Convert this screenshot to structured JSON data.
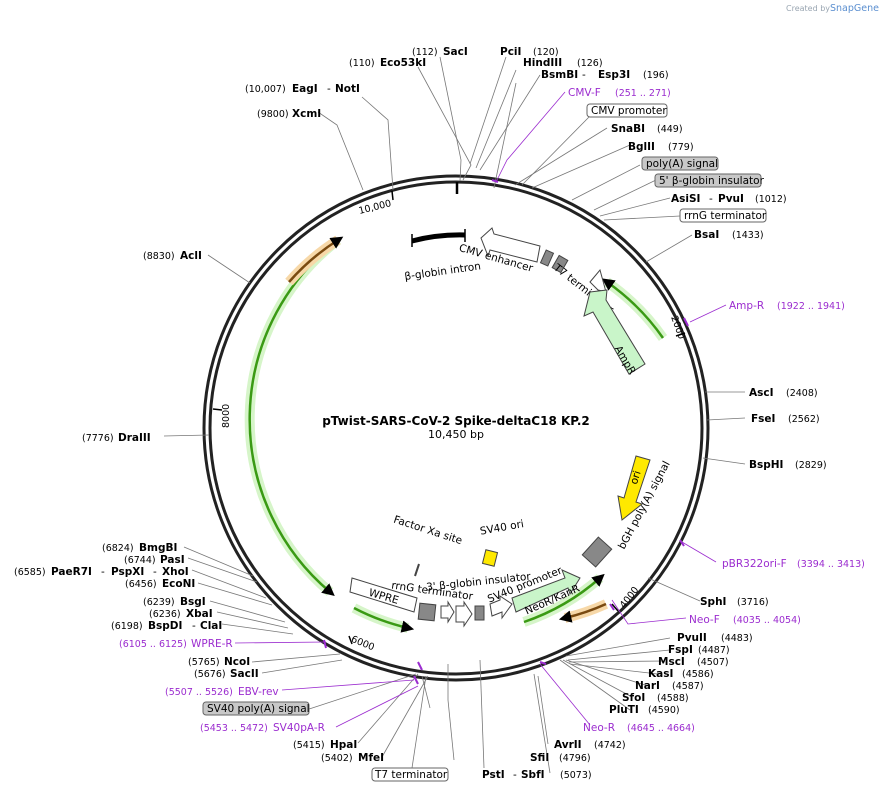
{
  "title": "pTwist-SARS-CoV-2 Spike-deltaC18 KP.2",
  "length_label": "10,450 bp",
  "credit": {
    "prefix": "Created by",
    "brand": "SnapGene"
  },
  "ring_ticks": [
    "10,000",
    "2000",
    "4000",
    "6000",
    "8000"
  ],
  "sites": [
    {
      "pos": "(112)",
      "name": "SacI"
    },
    {
      "pos": "(120)",
      "name": "PciI"
    },
    {
      "pos": "(110)",
      "name": "Eco53kI"
    },
    {
      "pos": "(126)",
      "name": "HindIII"
    },
    {
      "name": "BsmBI",
      "name2": "Esp3I",
      "pos": "(196)"
    },
    {
      "pos": "(10,007)",
      "name": "EagI",
      "name2": "NotI"
    },
    {
      "pos": "(9800)",
      "name": "XcmI"
    },
    {
      "name": "SnaBI",
      "pos": "(449)"
    },
    {
      "name": "BglII",
      "pos": "(779)"
    },
    {
      "name": "AsiSI",
      "name2": "PvuI",
      "pos": "(1012)"
    },
    {
      "name": "BsaI",
      "pos": "(1433)"
    },
    {
      "pos": "(8830)",
      "name": "AclI"
    },
    {
      "name": "AscI",
      "pos": "(2408)"
    },
    {
      "name": "FseI",
      "pos": "(2562)"
    },
    {
      "pos": "(7776)",
      "name": "DraIII"
    },
    {
      "name": "BspHI",
      "pos": "(2829)"
    },
    {
      "name": "SphI",
      "pos": "(3716)"
    },
    {
      "pos": "(6824)",
      "name": "BmgBI"
    },
    {
      "pos": "(6744)",
      "name": "PasI"
    },
    {
      "pos": "(6585)",
      "name": "PaeR7I",
      "name2": "PspXI",
      "name3": "XhoI"
    },
    {
      "pos": "(6456)",
      "name": "EcoNI"
    },
    {
      "pos": "(6239)",
      "name": "BsgI"
    },
    {
      "pos": "(6236)",
      "name": "XbaI"
    },
    {
      "pos": "(6198)",
      "name": "BspDI",
      "name2": "ClaI"
    },
    {
      "name": "PvuII",
      "pos": "(4483)"
    },
    {
      "name": "FspI",
      "pos": "(4487)"
    },
    {
      "name": "MscI",
      "pos": "(4507)"
    },
    {
      "name": "KasI",
      "pos": "(4586)"
    },
    {
      "name": "NarI",
      "pos": "(4587)"
    },
    {
      "name": "SfoI",
      "pos": "(4588)"
    },
    {
      "name": "PluTI",
      "pos": "(4590)"
    },
    {
      "pos": "(5765)",
      "name": "NcoI"
    },
    {
      "pos": "(5676)",
      "name": "SacII"
    },
    {
      "pos": "(5415)",
      "name": "HpaI"
    },
    {
      "pos": "(5402)",
      "name": "MfeI"
    },
    {
      "name": "AvrII",
      "pos": "(4742)"
    },
    {
      "name": "SfiI",
      "pos": "(4796)"
    },
    {
      "name": "PstI",
      "name2": "SbfI",
      "pos": "(5073)"
    }
  ],
  "primers": [
    {
      "name": "CMV-F",
      "range": "(251 .. 271)"
    },
    {
      "name": "Amp-R",
      "range": "(1922 .. 1941)"
    },
    {
      "name": "pBR322ori-F",
      "range": "(3394 .. 3413)"
    },
    {
      "name": "Neo-F",
      "range": "(4035 .. 4054)"
    },
    {
      "name": "Neo-R",
      "range": "(4645 .. 4664)"
    },
    {
      "name": "WPRE-R",
      "range": "(6105 .. 6125)"
    },
    {
      "name": "EBV-rev",
      "range": "(5507 .. 5526)"
    },
    {
      "name": "SV40pA-R",
      "range": "(5453 .. 5472)"
    }
  ],
  "boxed_features": [
    "CMV promoter",
    "poly(A) signal",
    "5' β-globin insulator",
    "rrnG terminator",
    "SV40 poly(A) signal",
    "T7 terminator"
  ],
  "inner_features": {
    "b_globin_intron": "β-globin intron",
    "cmv_enhancer": "CMV enhancer",
    "t7_terminator": "T7 terminator",
    "ampr": "AmpR",
    "ori": "ori",
    "bgh": "bGH poly(A) signal",
    "sv40_ori": "SV40 ori",
    "factor_xa": "Factor Xa site",
    "neor": "NeoR/KanR",
    "sv40_promoter": "SV40 promoter",
    "b_globin_3": "3' β-globin insulator",
    "rrng": "rrnG terminator",
    "wpre": "WPRE"
  }
}
